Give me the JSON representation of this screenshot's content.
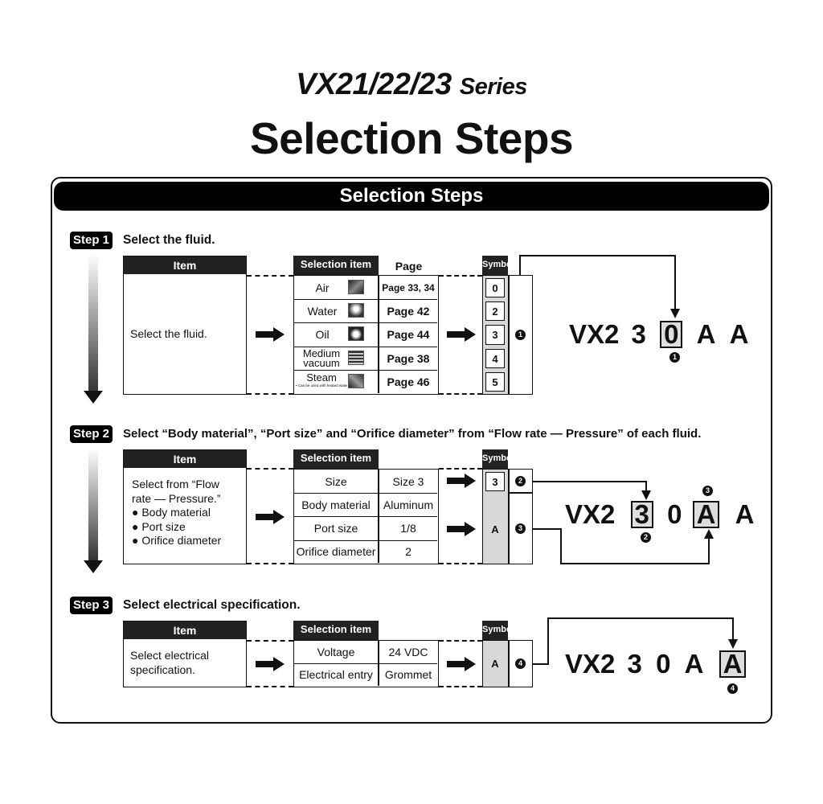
{
  "header": {
    "series_main": "VX21/22/23",
    "series_suffix": "Series",
    "title": "Selection Steps"
  },
  "banner": "Selection Steps",
  "step1": {
    "tag": "Step 1",
    "heading": "Select the fluid.",
    "item_header": "Item",
    "item_text": "Select the fluid.",
    "sel_header": "Selection item",
    "page_header": "Page",
    "symbol_header": "Symbol",
    "rows": [
      {
        "label": "Air",
        "page": "Page 33, 34",
        "symbol": "0"
      },
      {
        "label": "Water",
        "page": "Page 42",
        "symbol": "2"
      },
      {
        "label": "Oil",
        "page": "Page 44",
        "symbol": "3"
      },
      {
        "label": "Medium vacuum",
        "page": "Page 38",
        "symbol": "4"
      },
      {
        "label": "Steam",
        "page": "Page 46",
        "symbol": "5"
      }
    ],
    "steam_note": "• Can be used with heated water",
    "marker": "1",
    "model": {
      "prefix": "VX2",
      "c1": "3",
      "c2": "0",
      "c3": "A",
      "c4": "A"
    }
  },
  "step2": {
    "tag": "Step 2",
    "heading": "Select “Body material”, “Port size” and “Orifice diameter” from “Flow rate — Pressure” of each fluid.",
    "item_header": "Item",
    "item_lines": [
      "Select from “Flow",
      "rate — Pressure.”",
      "● Body material",
      "● Port size",
      "● Orifice diameter"
    ],
    "sel_header": "Selection item",
    "symbol_header": "Symbol",
    "rows": [
      {
        "label": "Size",
        "value": "Size 3"
      },
      {
        "label": "Body material",
        "value": "Aluminum"
      },
      {
        "label": "Port size",
        "value": "1/8"
      },
      {
        "label": "Orifice diameter",
        "value": "2"
      }
    ],
    "symbol_size": "3",
    "symbol_body": "A",
    "marker_a": "2",
    "marker_b": "3",
    "model": {
      "prefix": "VX2",
      "c1": "3",
      "c2": "0",
      "c3": "A",
      "c4": "A"
    }
  },
  "step3": {
    "tag": "Step 3",
    "heading": "Select electrical specification.",
    "item_header": "Item",
    "item_lines": [
      "Select electrical",
      "specification."
    ],
    "sel_header": "Selection item",
    "symbol_header": "Symbol",
    "rows": [
      {
        "label": "Voltage",
        "value": "24 VDC"
      },
      {
        "label": "Electrical entry",
        "value": "Grommet"
      }
    ],
    "symbol": "A",
    "marker": "4",
    "model": {
      "prefix": "VX2",
      "c1": "3",
      "c2": "0",
      "c3": "A",
      "c4": "A"
    }
  }
}
